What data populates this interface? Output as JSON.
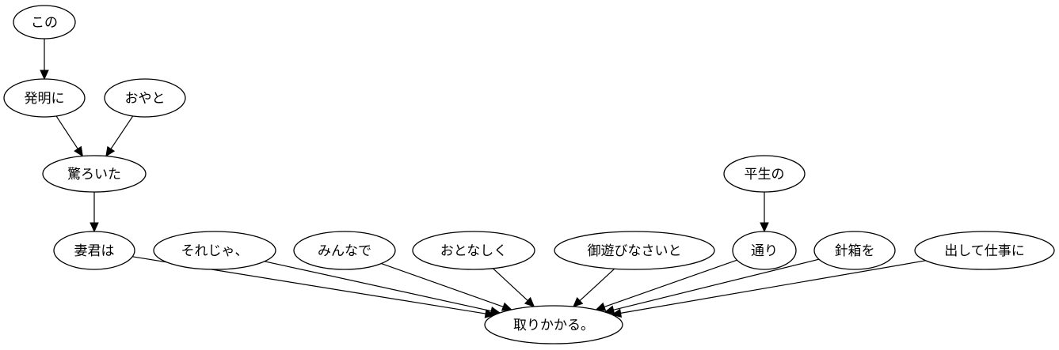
{
  "nodes": [
    {
      "id": "n1",
      "label": "この"
    },
    {
      "id": "n2",
      "label": "発明に"
    },
    {
      "id": "n3",
      "label": "おやと"
    },
    {
      "id": "n4",
      "label": "驚ろいた"
    },
    {
      "id": "n5",
      "label": "平生の"
    },
    {
      "id": "n6",
      "label": "妻君は"
    },
    {
      "id": "n7",
      "label": "それじゃ、"
    },
    {
      "id": "n8",
      "label": "みんなで"
    },
    {
      "id": "n9",
      "label": "おとなしく"
    },
    {
      "id": "n10",
      "label": "御遊びなさいと"
    },
    {
      "id": "n11",
      "label": "通り"
    },
    {
      "id": "n12",
      "label": "針箱を"
    },
    {
      "id": "n13",
      "label": "出して仕事に"
    },
    {
      "id": "n14",
      "label": "取りかかる。"
    }
  ],
  "edges": [
    {
      "from": "n1",
      "to": "n2"
    },
    {
      "from": "n2",
      "to": "n4"
    },
    {
      "from": "n3",
      "to": "n4"
    },
    {
      "from": "n4",
      "to": "n6"
    },
    {
      "from": "n5",
      "to": "n11"
    },
    {
      "from": "n6",
      "to": "n14"
    },
    {
      "from": "n7",
      "to": "n14"
    },
    {
      "from": "n8",
      "to": "n14"
    },
    {
      "from": "n9",
      "to": "n14"
    },
    {
      "from": "n10",
      "to": "n14"
    },
    {
      "from": "n11",
      "to": "n14"
    },
    {
      "from": "n12",
      "to": "n14"
    },
    {
      "from": "n13",
      "to": "n14"
    }
  ]
}
